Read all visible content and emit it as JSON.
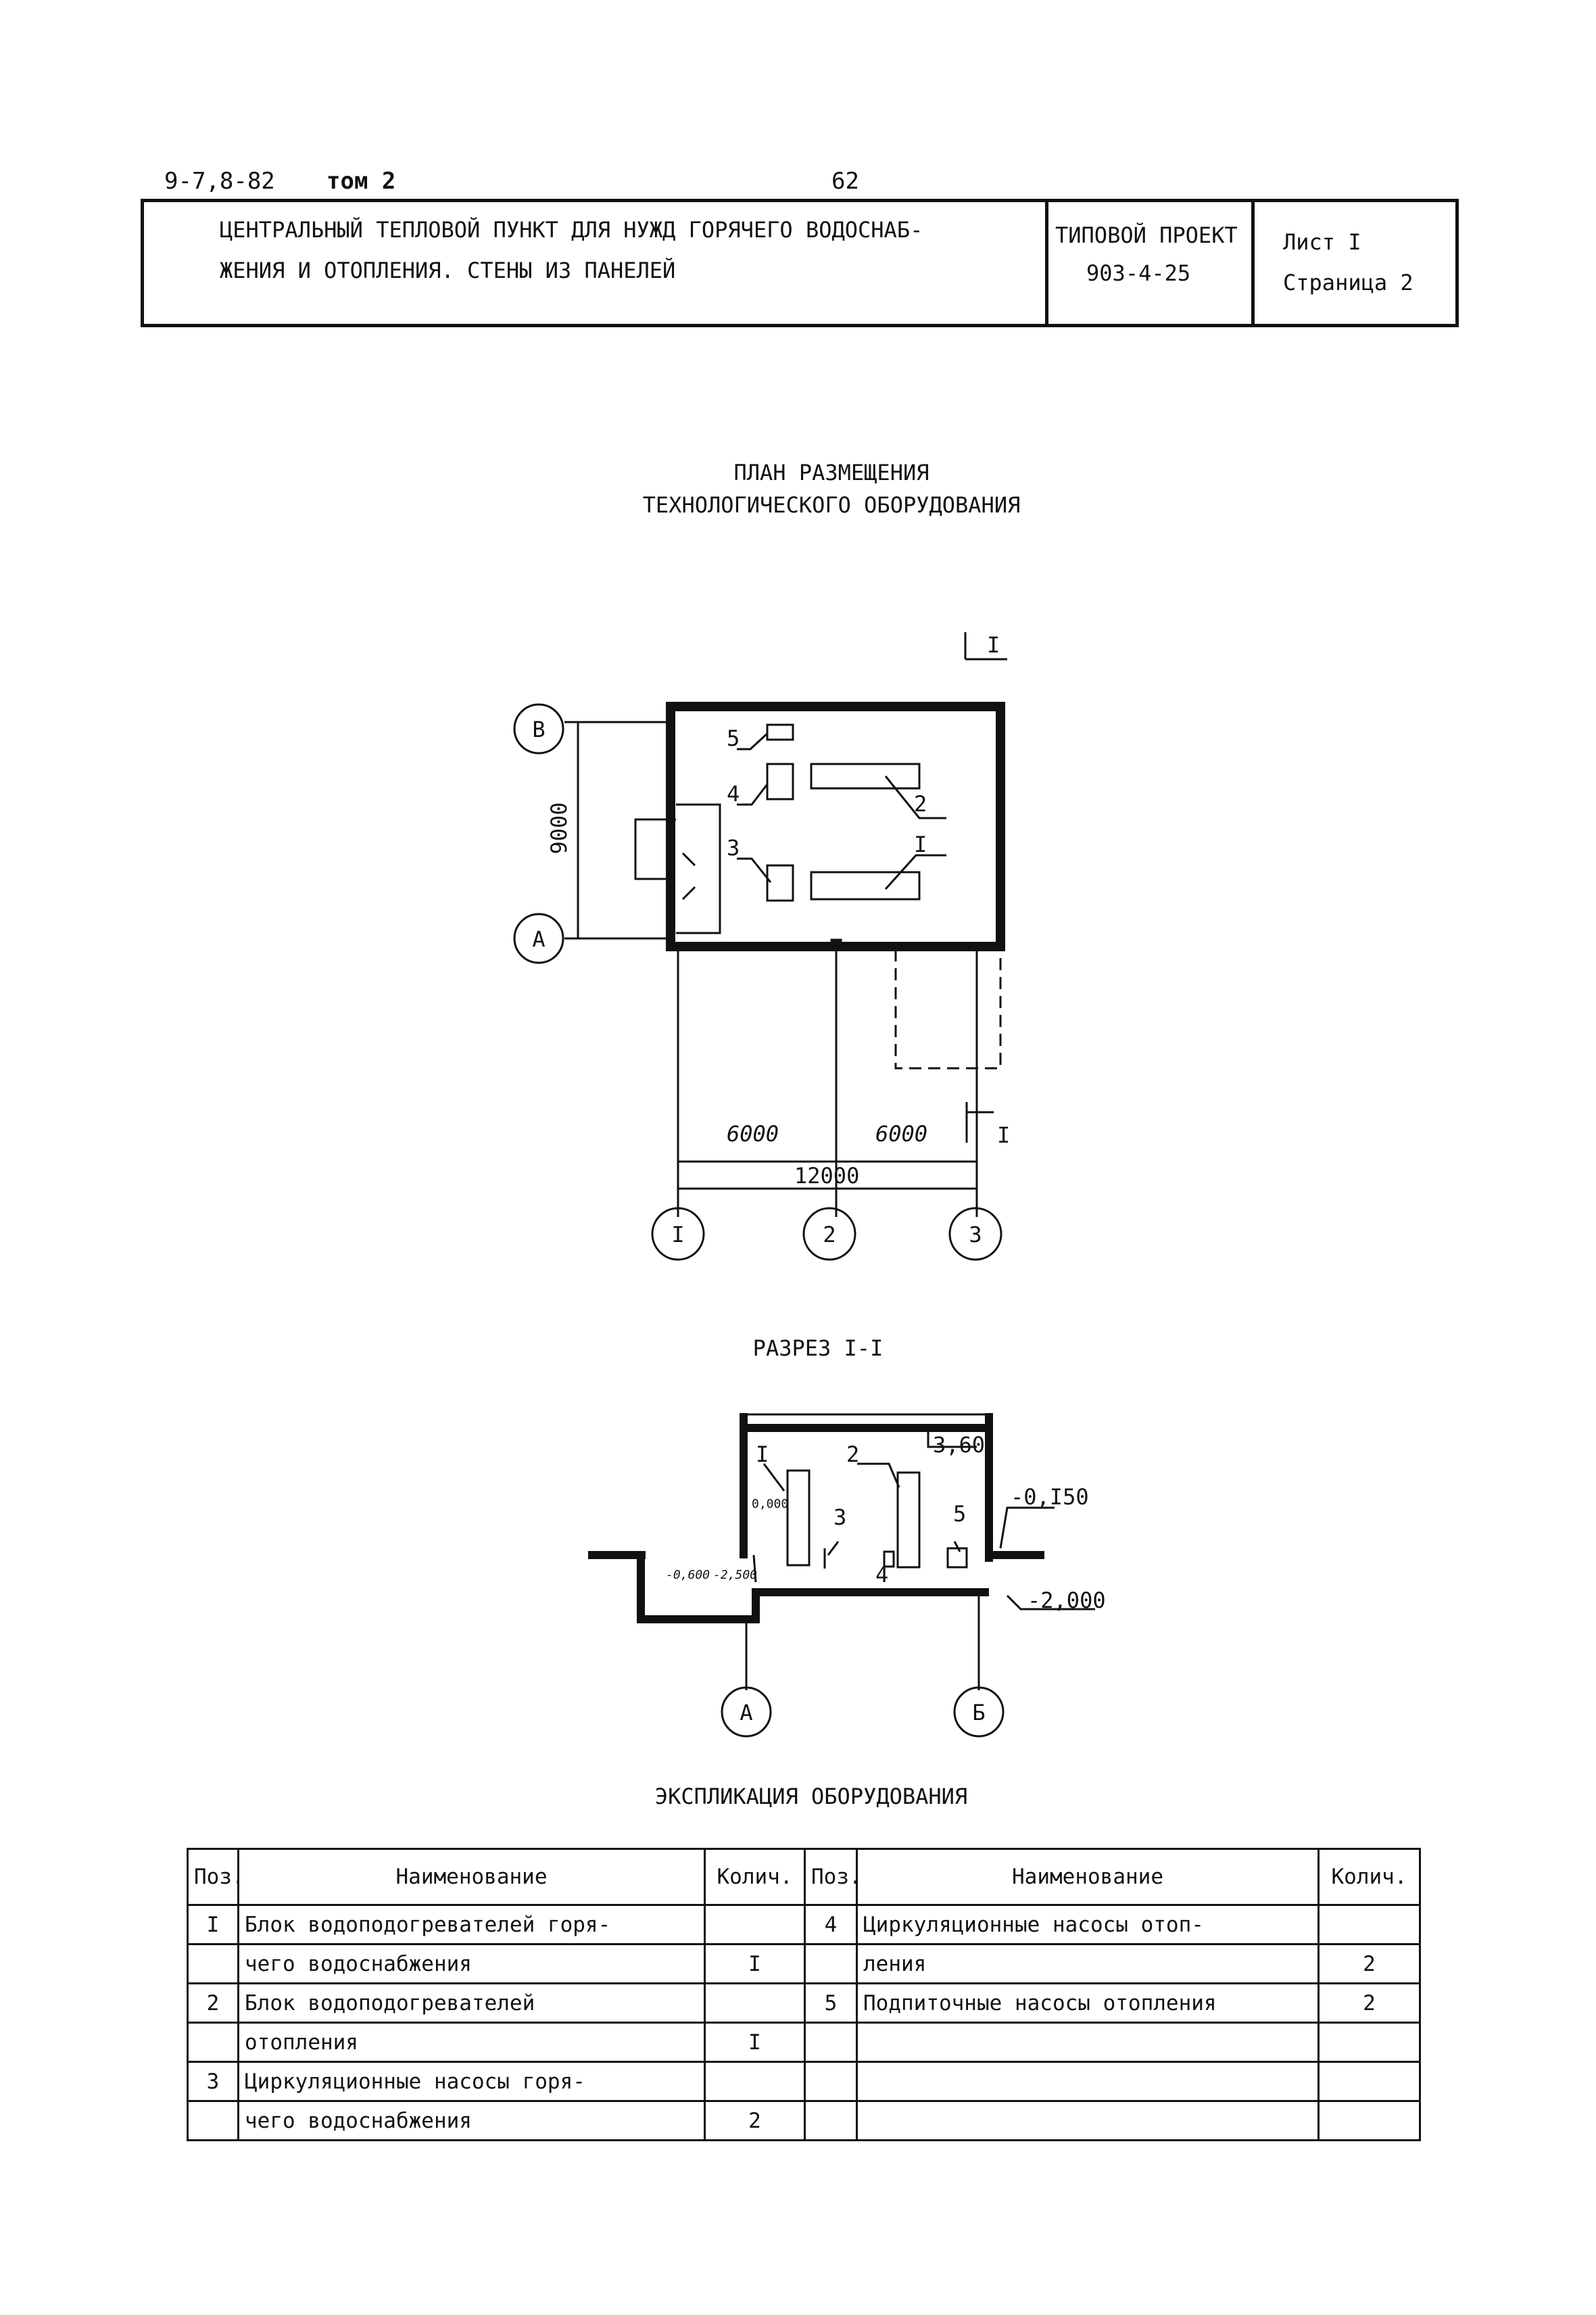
{
  "header": {
    "doc_code": "9-7,8-82",
    "volume": "том 2",
    "page_number": "62"
  },
  "title_block": {
    "title_line1": "ЦЕНТРАЛЬНЫЙ ТЕПЛОВОЙ ПУНКТ ДЛЯ НУЖД ГОРЯЧЕГО ВОДОСНАБ-",
    "title_line2": "ЖЕНИЯ И ОТОПЛЕНИЯ.   СТЕНЫ ИЗ ПАНЕЛЕЙ",
    "project_label": "ТИПОВОЙ ПРОЕКТ",
    "project_number": "903-4-25",
    "sheet": "Лист   I",
    "page": "Страница  2"
  },
  "plan": {
    "title_line1": "ПЛАН РАЗМЕЩЕНИЯ",
    "title_line2": "ТЕХНОЛОГИЧЕСКОГО ОБОРУДОВАНИЯ",
    "axis_labels": [
      "В",
      "А",
      "I",
      "2",
      "3"
    ],
    "dims": {
      "height": "9000",
      "span1": "6000",
      "span2": "6000",
      "total": "12000"
    },
    "section_mark": "I",
    "positions": [
      "5",
      "4",
      "3",
      "2",
      "I"
    ]
  },
  "section": {
    "title": "РАЗРЕЗ I-I",
    "levels": {
      "top": "3,60",
      "ground": "-0,I50",
      "pit": "-2,000",
      "floor": "0,000",
      "left1": "-0,600",
      "left2": "-2,500"
    },
    "positions": [
      "I",
      "2",
      "3",
      "4",
      "5"
    ],
    "axis_labels": [
      "А",
      "Б"
    ]
  },
  "explication": {
    "title": "ЭКСПЛИКАЦИЯ ОБОРУДОВАНИЯ",
    "headers": [
      "Поз.",
      "Наименование",
      "Колич.",
      "Поз.",
      "Наименование",
      "Колич."
    ],
    "rows": [
      [
        "I",
        "Блок водоподогревателей горя-",
        "",
        "4",
        "Циркуляционные насосы отоп-",
        ""
      ],
      [
        "",
        "чего водоснабжения",
        "I",
        "",
        "ления",
        "2"
      ],
      [
        "2",
        "Блок водоподогревателей",
        "",
        "5",
        "Подпиточные насосы отопления",
        "2"
      ],
      [
        "",
        "отопления",
        "I",
        "",
        "",
        ""
      ],
      [
        "3",
        "Циркуляционные насосы горя-",
        "",
        "",
        "",
        ""
      ],
      [
        "",
        "чего водоснабжения",
        "2",
        "",
        "",
        ""
      ]
    ]
  }
}
